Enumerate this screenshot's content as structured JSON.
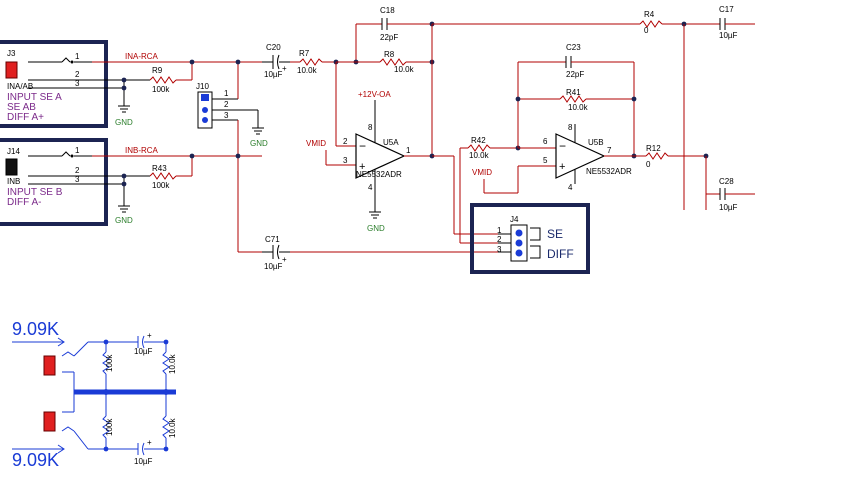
{
  "connectors": {
    "j3": {
      "ref": "J3",
      "name": "INA/AB",
      "pins": [
        "1",
        "2",
        "3"
      ],
      "desc": [
        "INPUT SE A",
        "SE AB",
        "DIFF A+"
      ]
    },
    "j14": {
      "ref": "J14",
      "name": "INB",
      "pins": [
        "1",
        "2",
        "3"
      ],
      "desc": [
        "INPUT SE B",
        "DIFF A-"
      ]
    },
    "j10": {
      "ref": "J10",
      "pins": [
        "1",
        "2",
        "3"
      ]
    },
    "j4": {
      "ref": "J4",
      "pins": [
        "1",
        "2",
        "3"
      ],
      "modes": [
        "SE",
        "DIFF"
      ]
    }
  },
  "nets": {
    "ina": "INA-RCA",
    "inb": "INB-RCA",
    "vmid_a": "VMID",
    "vmid_b": "VMID",
    "supply": "+12V-OA",
    "gnd": "GND"
  },
  "components": {
    "c18": {
      "ref": "C18",
      "value": "22pF"
    },
    "c20": {
      "ref": "C20",
      "value": "10µF"
    },
    "c23": {
      "ref": "C23",
      "value": "22pF"
    },
    "c71": {
      "ref": "C71",
      "value": "10µF"
    },
    "c17": {
      "ref": "C17",
      "value": "10µF"
    },
    "c28": {
      "ref": "C28",
      "value": "10µF"
    },
    "r4": {
      "ref": "R4",
      "value": "0"
    },
    "r7": {
      "ref": "R7",
      "value": "10.0k"
    },
    "r8": {
      "ref": "R8",
      "value": "10.0k"
    },
    "r9": {
      "ref": "R9",
      "value": "100k"
    },
    "r12": {
      "ref": "R12",
      "value": "0"
    },
    "r41": {
      "ref": "R41",
      "value": "10.0k"
    },
    "r42": {
      "ref": "R42",
      "value": "10.0k"
    },
    "r43": {
      "ref": "R43",
      "value": "100k"
    }
  },
  "opamps": {
    "u5a": {
      "ref": "U5A",
      "part": "NE5532ADR",
      "pins": [
        "2",
        "3",
        "1",
        "8",
        "4"
      ]
    },
    "u5b": {
      "ref": "U5B",
      "part": "NE5532ADR",
      "pins": [
        "6",
        "5",
        "7",
        "8",
        "4"
      ]
    }
  },
  "equivalent": {
    "impedance_top": "9.09K",
    "impedance_bottom": "9.09K",
    "r_100k": "100k",
    "r_10k": "10.0k",
    "cap": "10µF"
  }
}
